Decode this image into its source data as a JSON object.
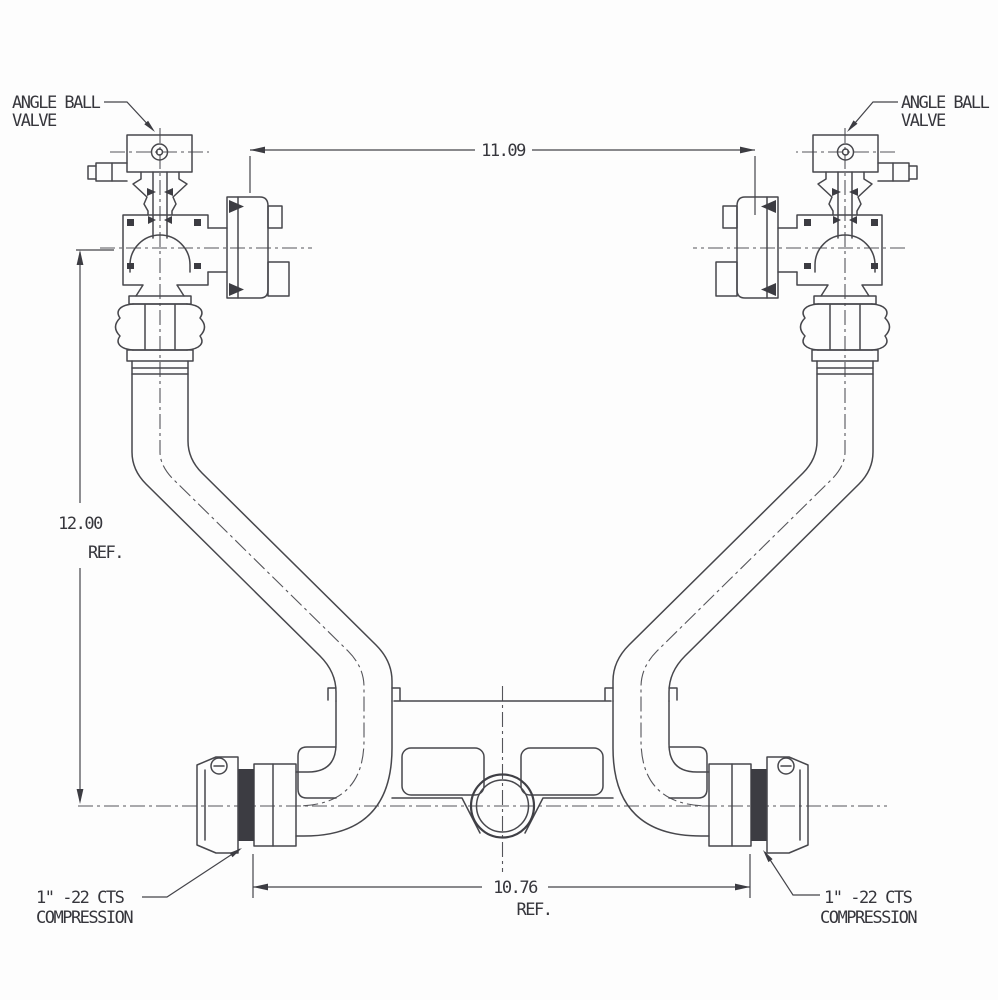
{
  "drawing": {
    "type": "technical-line-drawing",
    "subject": "tandem angle ball valve meter setter assembly",
    "background_color": "#fdfdfd",
    "line_color": "#47474c",
    "text_color": "#36363c",
    "labels": {
      "angle_ball_valve_left": {
        "line1": "ANGLE BALL",
        "line2": "VALVE"
      },
      "angle_ball_valve_right": {
        "line1": "ANGLE BALL",
        "line2": "VALVE"
      },
      "compression_left": {
        "line1": "1\" -22 CTS",
        "line2": "COMPRESSION"
      },
      "compression_right": {
        "line1": "1\" -22 CTS",
        "line2": "COMPRESSION"
      }
    },
    "dimensions": {
      "top_width": "11.09",
      "left_height": "12.00",
      "left_height_ref": "REF.",
      "bottom_width": "10.76",
      "bottom_width_ref": "REF."
    }
  }
}
